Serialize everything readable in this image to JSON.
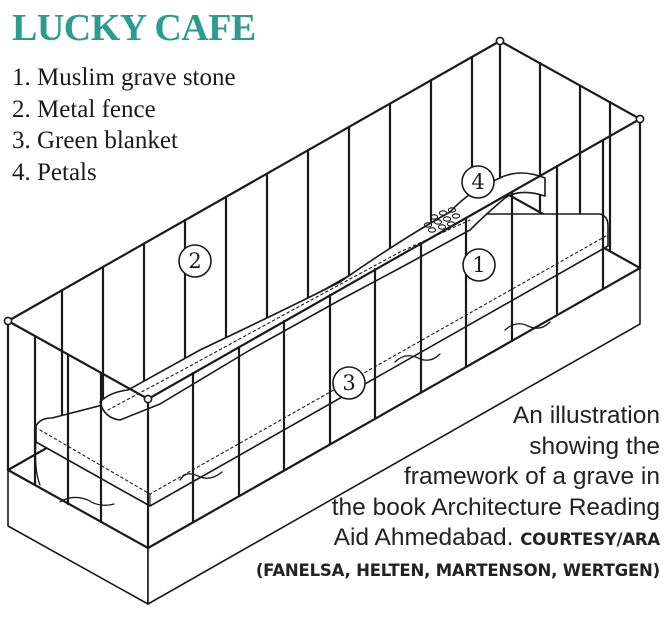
{
  "title": "LUCKY CAFE",
  "legend": [
    "1. Muslim grave stone",
    "2. Metal fence",
    "3. Green blanket",
    "4. Petals"
  ],
  "markers": [
    "1",
    "2",
    "3",
    "4"
  ],
  "caption": {
    "lines": [
      "An illustration",
      "showing the",
      "framework of a grave in",
      "the book Architecture Reading",
      "Aid Ahmedabad."
    ],
    "credit_line1": "COURTESY/ARA",
    "credit_line2": "(FANELSA, HELTEN, MARTENSON, WERTGEN)"
  },
  "colors": {
    "title": "#2a9d8f",
    "ink": "#1a1a1a"
  }
}
